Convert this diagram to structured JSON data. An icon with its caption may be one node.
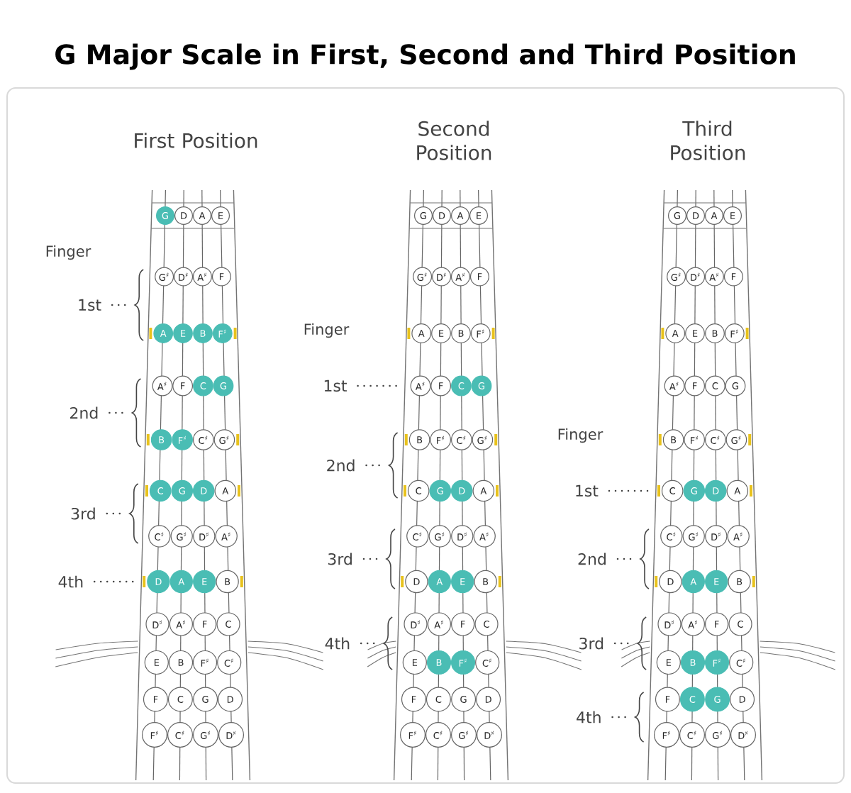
{
  "diagram": {
    "title": "G Major Scale in First, Second and Third Position",
    "nodes": [
      {
        "text": [
          "G"
        ]
      },
      {
        "text": [
          "D"
        ]
      },
      {
        "text": [
          "A"
        ]
      },
      {
        "text": [
          "E"
        ]
      },
      {
        "text": [
          "G$^{♯}$"
        ]
      },
      {
        "text": [
          "D$^{♯}$"
        ]
      },
      {
        "text": [
          "A$^{♯}$"
        ]
      },
      {
        "text": [
          "F"
        ]
      },
      {
        "text": [
          "A"
        ]
      },
      {
        "text": [
          "E"
        ]
      },
      {
        "text": [
          "B"
        ]
      },
      {
        "text": [
          "F$^{♯}$"
        ]
      },
      {
        "text": [
          "A$^{♯}$"
        ]
      },
      {
        "text": [
          "F"
        ]
      },
      {
        "text": [
          "C"
        ]
      },
      {
        "text": [
          "G"
        ]
      },
      {
        "text": [
          "B"
        ]
      },
      {
        "text": [
          "F$^{♯}$"
        ]
      },
      {
        "text": [
          "C$^{♯}$"
        ]
      },
      {
        "text": [
          "G$^{♯}$"
        ]
      },
      {
        "text": [
          "C"
        ]
      },
      {
        "text": [
          "G"
        ]
      },
      {
        "text": [
          "D"
        ]
      },
      {
        "text": [
          "A"
        ]
      },
      {
        "text": [
          "C$^{♯}$"
        ]
      },
      {
        "text": [
          "G$^{♯}$"
        ]
      },
      {
        "text": [
          "D$^{♯}$"
        ]
      },
      {
        "text": [
          "A$^{♯}$"
        ]
      },
      {
        "text": [
          "D"
        ]
      },
      {
        "text": [
          "A"
        ]
      },
      {
        "text": [
          "E"
        ]
      },
      {
        "text": [
          "B"
        ]
      },
      {
        "text": [
          "D$^{♯}$"
        ]
      },
      {
        "text": [
          "A$^{♯}$"
        ]
      },
      {
        "text": [
          "F"
        ]
      },
      {
        "text": [
          "C"
        ]
      },
      {
        "text": [
          "E"
        ]
      },
      {
        "text": [
          "B"
        ]
      },
      {
        "text": [
          "F$^{♯}$"
        ]
      },
      {
        "text": [
          "C$^{♯}$"
        ]
      },
      {
        "text": [
          "F"
        ]
      },
      {
        "text": [
          "C"
        ]
      },
      {
        "text": [
          "G"
        ]
      },
      {
        "text": [
          "D"
        ]
      },
      {
        "text": [
          "F$^{♯}$"
        ]
      },
      {
        "text": [
          "C$^{♯}$"
        ]
      },
      {
        "text": [
          "G$^{♯}$"
        ]
      },
      {
        "text": [
          "D$^{♯}$"
        ]
      },
      {
        "text": [
          "G"
        ]
      },
      {
        "text": [
          "D"
        ]
      },
      {
        "text": [
          "A"
        ]
      },
      {
        "text": [
          "E"
        ]
      },
      {
        "text": [
          "G$^{♯}$"
        ]
      },
      {
        "text": [
          "D$^{♯}$"
        ]
      },
      {
        "text": [
          "A$^{♯}$"
        ]
      },
      {
        "text": [
          "F"
        ]
      },
      {
        "text": [
          "A"
        ]
      },
      {
        "text": [
          "E"
        ]
      },
      {
        "text": [
          "B"
        ]
      },
      {
        "text": [
          "F$^{♯}$"
        ]
      },
      {
        "text": [
          "A$^{♯}$"
        ]
      },
      {
        "text": [
          "F"
        ]
      },
      {
        "text": [
          "C"
        ]
      },
      {
        "text": [
          "G"
        ]
      },
      {
        "text": [
          "B"
        ]
      },
      {
        "text": [
          "F$^{♯}$"
        ]
      },
      {
        "text": [
          "C$^{♯}$"
        ]
      },
      {
        "text": [
          "G$^{♯}$"
        ]
      },
      {
        "text": [
          "C"
        ]
      },
      {
        "text": [
          "G"
        ]
      },
      {
        "text": [
          "D"
        ]
      },
      {
        "text": [
          "A"
        ]
      },
      {
        "text": [
          "C$^{♯}$"
        ]
      },
      {
        "text": [
          "G$^{♯}$"
        ]
      },
      {
        "text": [
          "D$^{♯}$"
        ]
      },
      {
        "text": [
          "A$^{♯}$"
        ]
      },
      {
        "text": [
          "D"
        ]
      },
      {
        "text": [
          "A"
        ]
      },
      {
        "text": [
          "E"
        ]
      },
      {
        "text": [
          "B"
        ]
      },
      {
        "text": [
          "D$^{♯}$"
        ]
      },
      {
        "text": [
          "A$^{♯}$"
        ]
      },
      {
        "text": [
          "F"
        ]
      },
      {
        "text": [
          "C"
        ]
      },
      {
        "text": [
          "E"
        ]
      },
      {
        "text": [
          "B"
        ]
      },
      {
        "text": [
          "F$^{♯}$"
        ]
      },
      {
        "text": [
          "C$^{♯}$"
        ]
      },
      {
        "text": [
          "F"
        ]
      },
      {
        "text": [
          "C"
        ]
      },
      {
        "text": [
          "G"
        ]
      },
      {
        "text": [
          "D"
        ]
      },
      {
        "text": [
          "F$^{♯}$"
        ]
      },
      {
        "text": [
          "C$^{♯}$"
        ]
      },
      {
        "text": [
          "G$^{♯}$"
        ]
      },
      {
        "text": [
          "D$^{♯}$"
        ]
      },
      {
        "text": [
          "G"
        ]
      },
      {
        "text": [
          "D"
        ]
      },
      {
        "text": [
          "A"
        ]
      },
      {
        "text": [
          "E"
        ]
      },
      {
        "text": [
          "G$^{♯}$"
        ]
      },
      {
        "text": [
          "D$^{♯}$"
        ]
      },
      {
        "text": [
          "A$^{♯}$"
        ]
      },
      {
        "text": [
          "F"
        ]
      },
      {
        "text": [
          "A"
        ]
      },
      {
        "text": [
          "E"
        ]
      },
      {
        "text": [
          "B"
        ]
      },
      {
        "text": [
          "F$^{♯}$"
        ]
      },
      {
        "text": [
          "A$^{♯}$"
        ]
      },
      {
        "text": [
          "F"
        ]
      },
      {
        "text": [
          "C"
        ]
      },
      {
        "text": [
          "G"
        ]
      },
      {
        "text": [
          "B"
        ]
      },
      {
        "text": [
          "F$^{♯}$"
        ]
      },
      {
        "text": [
          "C$^{♯}$"
        ]
      },
      {
        "text": [
          "G$^{♯}$"
        ]
      },
      {
        "text": [
          "C"
        ]
      },
      {
        "text": [
          "G"
        ]
      },
      {
        "text": [
          "D"
        ]
      },
      {
        "text": [
          "A"
        ]
      },
      {
        "text": [
          "C$^{♯}$"
        ]
      },
      {
        "text": [
          "G$^{♯}$"
        ]
      },
      {
        "text": [
          "D$^{♯}$"
        ]
      },
      {
        "text": [
          "A$^{♯}$"
        ]
      },
      {
        "text": [
          "D"
        ]
      },
      {
        "text": [
          "A"
        ]
      },
      {
        "text": [
          "E"
        ]
      },
      {
        "text": [
          "B"
        ]
      },
      {
        "text": [
          "D$^{♯}$"
        ]
      },
      {
        "text": [
          "A$^{♯}$"
        ]
      },
      {
        "text": [
          "F"
        ]
      },
      {
        "text": [
          "C"
        ]
      },
      {
        "text": [
          "E"
        ]
      },
      {
        "text": [
          "B"
        ]
      },
      {
        "text": [
          "F$^{♯}$"
        ]
      },
      {
        "text": [
          "C$^{♯}$"
        ]
      },
      {
        "text": [
          "F"
        ]
      },
      {
        "text": [
          "C"
        ]
      },
      {
        "text": [
          "G"
        ]
      },
      {
        "text": [
          "D"
        ]
      },
      {
        "text": [
          "F$^{♯}$"
        ]
      },
      {
        "text": [
          "C$^{♯}$"
        ]
      },
      {
        "text": [
          "G$^{♯}$"
        ]
      },
      {
        "text": [
          "D$^{♯}$"
        ]
      }
    ],
    "labels": [
      "First Position",
      "Finger",
      "1st",
      "2nd",
      "3rd",
      "4th",
      "Second Position",
      "Finger",
      "1st",
      "2nd",
      "3rd",
      "4th",
      "Third Position",
      "Finger",
      "1st",
      "2nd",
      "3rd",
      "4th"
    ]
  }
}
